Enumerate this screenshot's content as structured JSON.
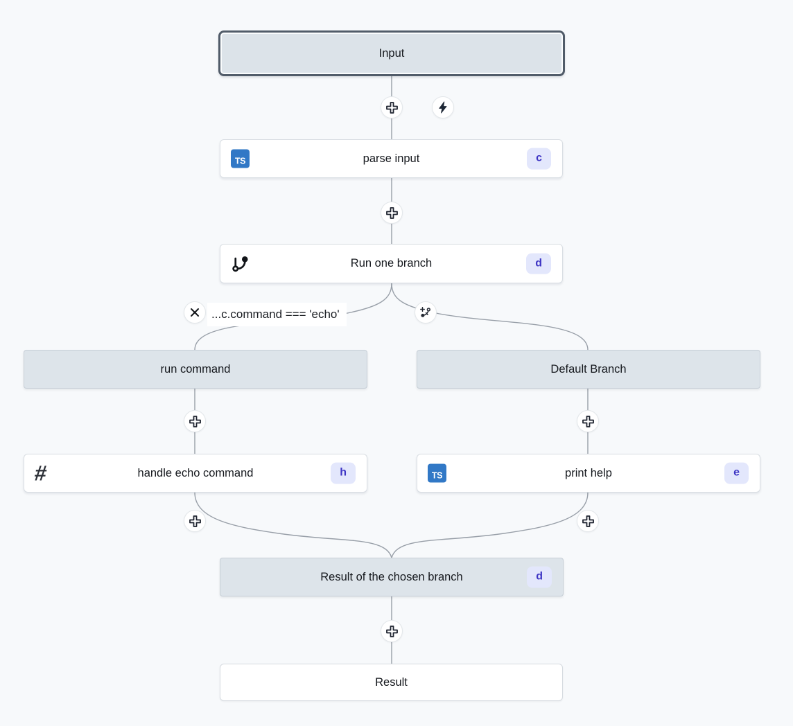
{
  "app": {
    "name": "workflow-flow-editor"
  },
  "colors": {
    "canvas_bg": "#f7f9fb",
    "header_node_bg": "#dde4ea",
    "input_node_border": "#515c69",
    "edge": "#989fa8",
    "badge_bg": "#e3e7fc",
    "badge_text": "#3e35c4",
    "ts_icon_bg": "#3178c6",
    "icon_dark": "#1d2635"
  },
  "nodes": {
    "input": {
      "label": "Input"
    },
    "parse_input": {
      "label": "parse input",
      "badge": "c",
      "icon": "typescript-icon",
      "icon_text": "TS"
    },
    "run_one_branch": {
      "label": "Run one branch",
      "badge": "d",
      "icon": "git-branch-icon"
    },
    "branch_condition": {
      "label": "...c.command === 'echo'",
      "icon": "x-icon"
    },
    "run_command_branch": {
      "label": "run command"
    },
    "default_branch": {
      "label": "Default Branch"
    },
    "handle_echo_command": {
      "label": "handle echo command",
      "badge": "h",
      "icon": "hash-icon",
      "icon_text": "#"
    },
    "print_help": {
      "label": "print help",
      "badge": "e",
      "icon": "typescript-icon",
      "icon_text": "TS"
    },
    "result_of_chosen_branch": {
      "label": "Result of the chosen branch",
      "badge": "d"
    },
    "result": {
      "label": "Result"
    }
  },
  "buttons": {
    "add_step": "plus-icon",
    "trigger": "zap-icon",
    "add_branch": "branch-plus-icon",
    "condition_toggle": "x-icon"
  }
}
